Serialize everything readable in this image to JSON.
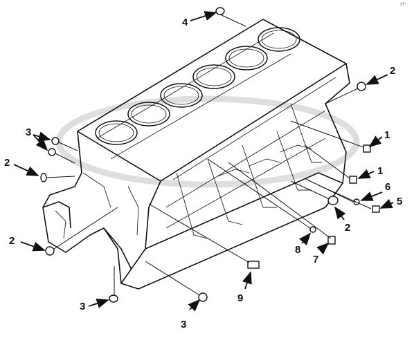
{
  "diagram": {
    "callouts": [
      {
        "id": "c4-top",
        "text": "4"
      },
      {
        "id": "c2-rt-top",
        "text": "2"
      },
      {
        "id": "c1-a",
        "text": "1"
      },
      {
        "id": "c1-b",
        "text": "1"
      },
      {
        "id": "c6",
        "text": "6"
      },
      {
        "id": "c5",
        "text": "5"
      },
      {
        "id": "c2-rt-mid",
        "text": "2"
      },
      {
        "id": "c8",
        "text": "8"
      },
      {
        "id": "c7",
        "text": "7"
      },
      {
        "id": "c9",
        "text": "9"
      },
      {
        "id": "c3-bot-rt",
        "text": "3"
      },
      {
        "id": "c3-bot-lt",
        "text": "3"
      },
      {
        "id": "c2-lt-bot",
        "text": "2"
      },
      {
        "id": "c2-lt-mid",
        "text": "2"
      },
      {
        "id": "c3-lt-top",
        "text": "3"
      }
    ],
    "corner_mark": "sf~"
  }
}
